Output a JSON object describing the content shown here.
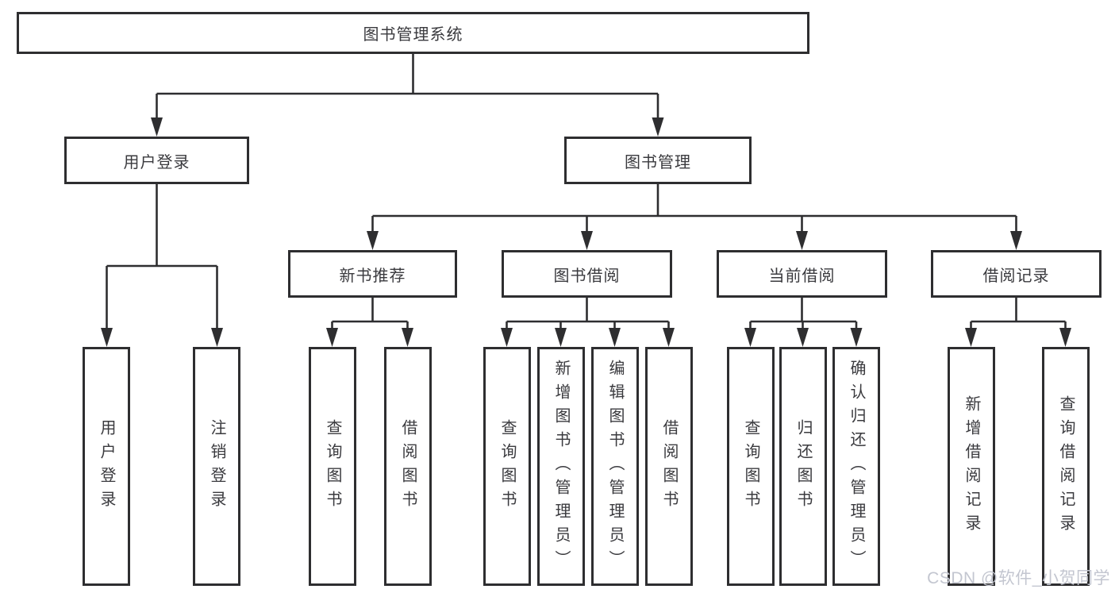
{
  "diagram": {
    "root": "图书管理系统",
    "user_login": {
      "label": "用户登录",
      "children": [
        "用户登录",
        "注销登录"
      ]
    },
    "book_mgmt": {
      "label": "图书管理",
      "sections": {
        "new_book_rec": {
          "label": "新书推荐",
          "children": [
            "查询图书",
            "借阅图书"
          ]
        },
        "book_borrow": {
          "label": "图书借阅",
          "children": [
            "查询图书",
            "新增图书（管理员）",
            "编辑图书（管理员）",
            "借阅图书"
          ]
        },
        "current_borrow": {
          "label": "当前借阅",
          "children": [
            "查询图书",
            "归还图书",
            "确认归还（管理员）"
          ]
        },
        "borrow_records": {
          "label": "借阅记录",
          "children": [
            "新增借阅记录",
            "查询借阅记录"
          ]
        }
      }
    }
  },
  "watermark": "CSDN @软件_小贺同学",
  "colors": {
    "line": "#2e2e30",
    "text": "#3a3a3e",
    "box_background": "#ffffff",
    "watermark": "#c3c6d0"
  }
}
